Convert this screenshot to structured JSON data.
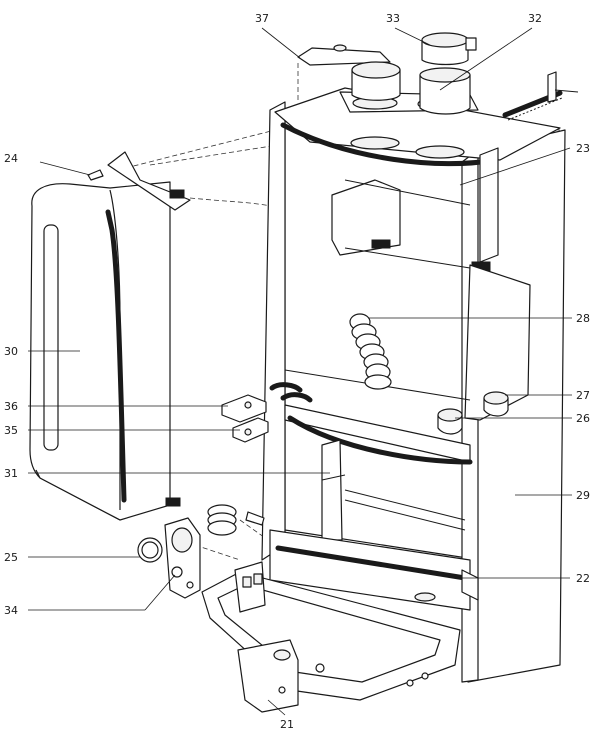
{
  "callouts": [
    {
      "id": "21",
      "label": "21"
    },
    {
      "id": "22",
      "label": "22"
    },
    {
      "id": "23",
      "label": "23"
    },
    {
      "id": "24",
      "label": "24"
    },
    {
      "id": "25",
      "label": "25"
    },
    {
      "id": "26",
      "label": "26"
    },
    {
      "id": "27",
      "label": "27"
    },
    {
      "id": "28",
      "label": "28"
    },
    {
      "id": "29",
      "label": "29"
    },
    {
      "id": "30",
      "label": "30"
    },
    {
      "id": "31",
      "label": "31"
    },
    {
      "id": "32",
      "label": "32"
    },
    {
      "id": "33",
      "label": "33"
    },
    {
      "id": "34",
      "label": "34"
    },
    {
      "id": "35",
      "label": "35"
    },
    {
      "id": "36",
      "label": "36"
    },
    {
      "id": "37",
      "label": "37"
    }
  ]
}
